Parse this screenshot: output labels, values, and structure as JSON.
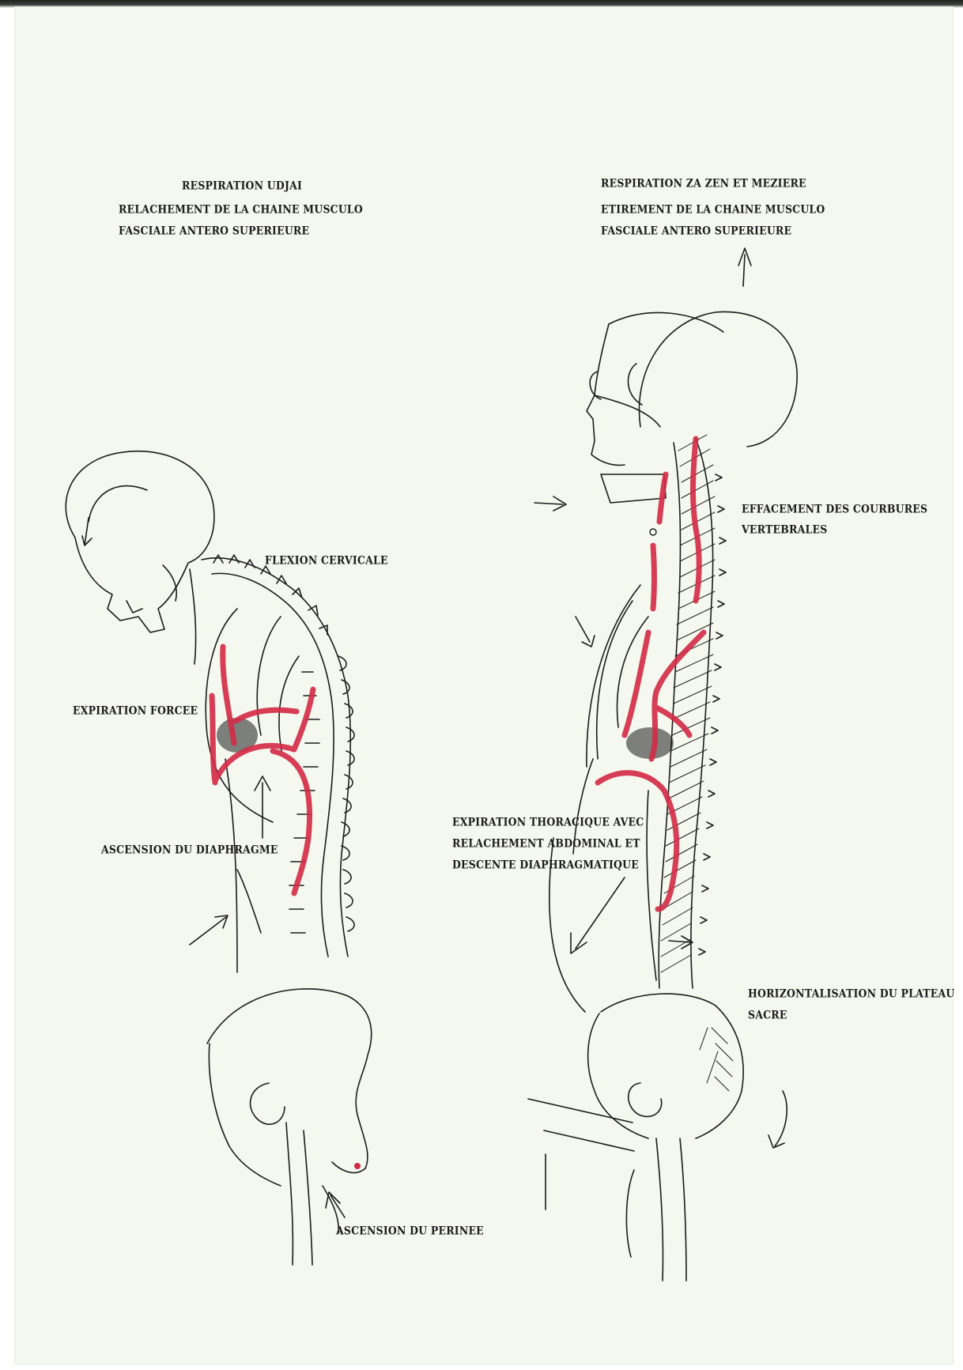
{
  "left_figure": {
    "title": [
      "RESPIRATION UDJAI",
      "RELACHEMENT DE LA CHAINE MUSCULO",
      "FASCIALE ANTERO SUPERIEURE"
    ],
    "labels": {
      "flexion": "FLEXION CERVICALE",
      "expiration": "EXPIRATION FORCEE",
      "ascension_diaphragme": "ASCENSION DU DIAPHRAGME",
      "ascension_perinee": "ASCENSION DU PERINEE"
    }
  },
  "right_figure": {
    "title": [
      "RESPIRATION ZA ZEN ET MEZIERE",
      "ETIREMENT DE LA CHAINE MUSCULO",
      "FASCIALE ANTERO SUPERIEURE"
    ],
    "labels": {
      "effacement": [
        "EFFACEMENT DES COURBURES",
        "VERTEBRALES"
      ],
      "expiration": [
        "EXPIRATION THORACIQUE AVEC",
        "RELACHEMENT ABDOMINAL ET",
        "DESCENTE DIAPHRAGMATIQUE"
      ],
      "horizontalisation": [
        "HORIZONTALISATION DU PLATEAU",
        "SACRE"
      ]
    }
  },
  "colors": {
    "paper": "#f4f8ee",
    "ink": "#1c1c1c",
    "red_marker": "#d42a46"
  }
}
